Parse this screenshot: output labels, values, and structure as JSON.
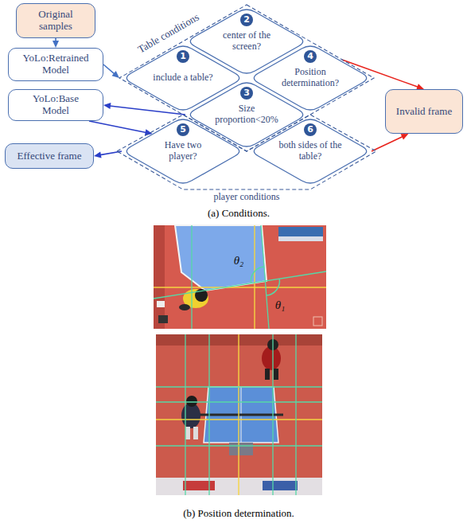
{
  "diagram": {
    "nodes": [
      {
        "text": [
          "Original samples"
        ]
      },
      {
        "text": [
          "YoLo:Retrained Model"
        ]
      },
      {
        "text": [
          "Table conditions"
        ]
      },
      {
        "text": [
          "center of the screen?"
        ],
        "in": 2
      },
      {
        "text": [
          "include a table?"
        ],
        "in": 2
      },
      {
        "text": [
          "Position determination?"
        ],
        "in": 2
      },
      {
        "text": [
          "Size proportion<20%"
        ],
        "in": 2
      },
      {
        "text": [
          "YoLo:Base Model"
        ]
      },
      {
        "text": [
          "Invalid frame"
        ]
      },
      {
        "text": [
          "player conditions"
        ]
      },
      {
        "text": [
          "Have two player?"
        ],
        "in": 9
      },
      {
        "text": [
          "both sides of the table?"
        ],
        "in": 9
      },
      {
        "text": [
          "Effective frame"
        ]
      }
    ],
    "edges": [
      {
        "from": 0,
        "to": 1,
        "arrow": "to"
      },
      {
        "from": 1,
        "to": 2,
        "arrow": "to"
      },
      {
        "from": 6,
        "to": 7,
        "arrow": "to"
      },
      {
        "from": 7,
        "to": 10,
        "arrow": "to"
      },
      {
        "from": 10,
        "to": 12,
        "arrow": "to"
      },
      {
        "from": 2,
        "to": 8,
        "arrow": "to"
      },
      {
        "from": 11,
        "to": 8,
        "arrow": "to"
      }
    ],
    "labels": [
      "1",
      "2",
      "3",
      "4",
      "5",
      "6",
      "(a) Conditions.",
      "θ₂",
      "θ₁",
      "(b) Position determination."
    ]
  }
}
